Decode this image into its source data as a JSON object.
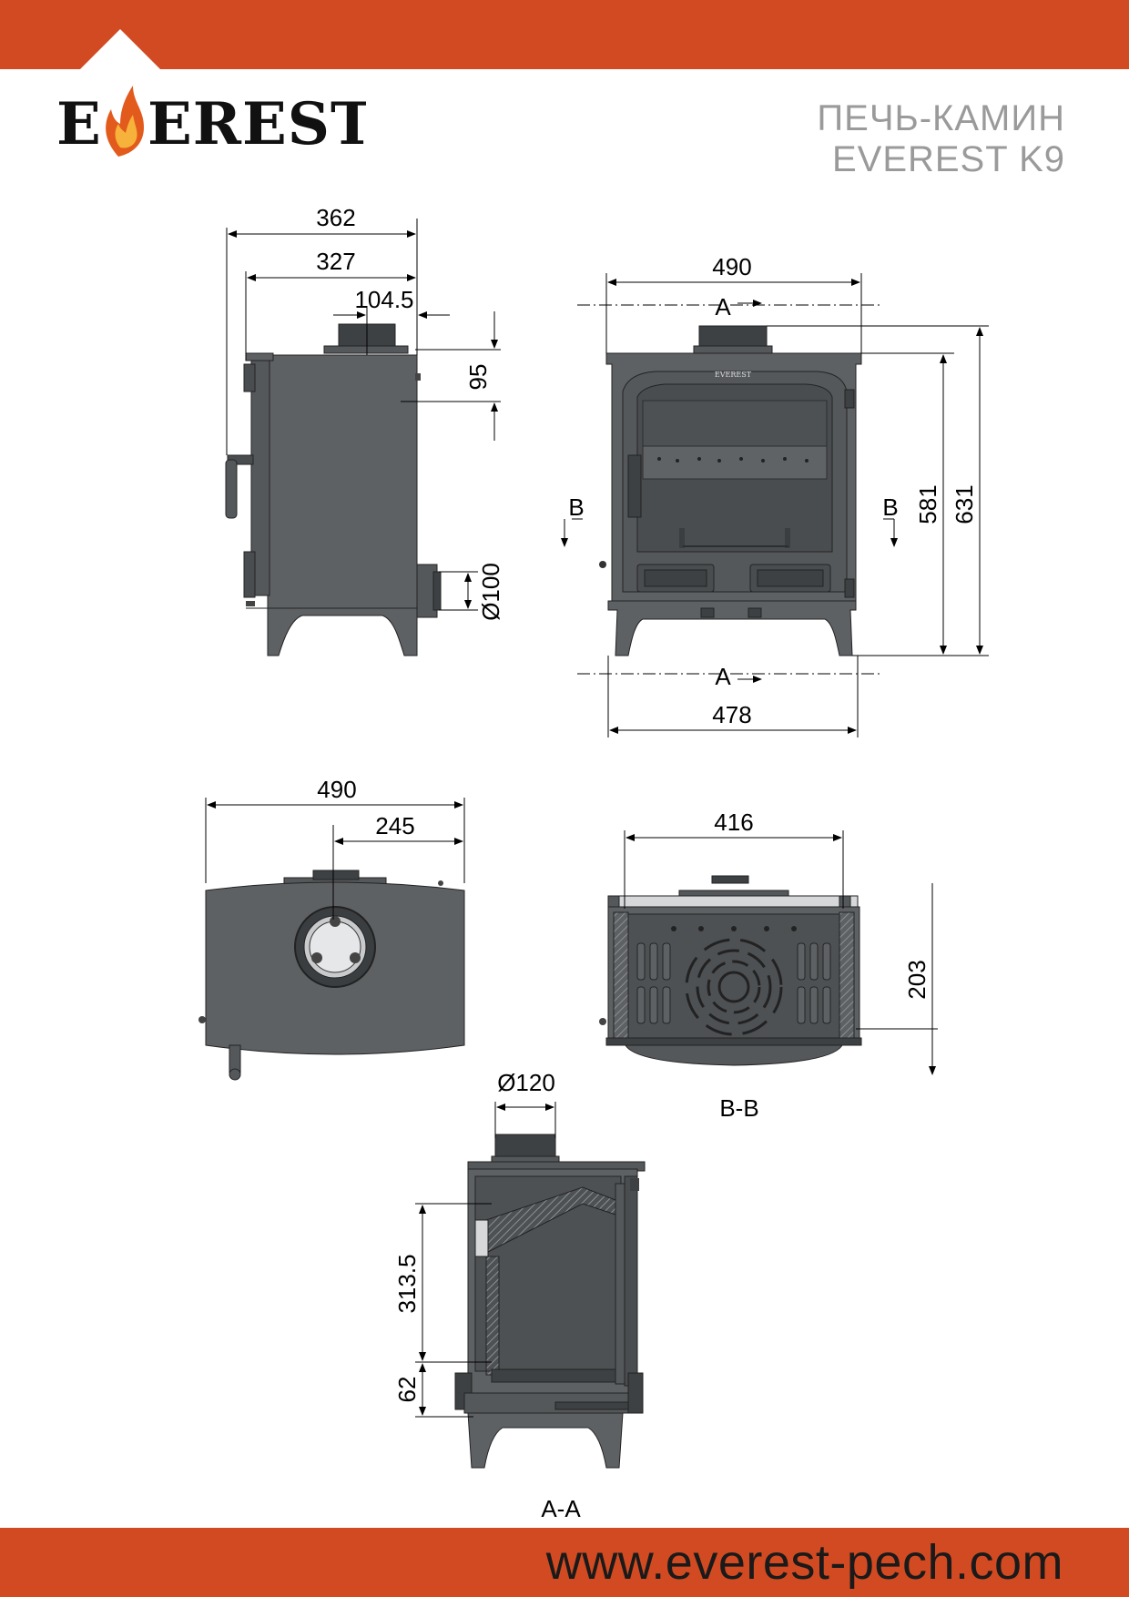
{
  "header": {
    "brand": "EVEREST",
    "title_line1": "ПЕЧЬ-КАМИН",
    "title_line2": "EVEREST K9"
  },
  "colors": {
    "accent": "#d24a21",
    "stove_fill": "#5e6164",
    "stove_dark": "#3b3e40",
    "title_gray": "#9a9a9a"
  },
  "side_view": {
    "dim_depth_total": "362",
    "dim_depth_body": "327",
    "dim_flue_offset": "104.5",
    "dim_flue_height": "95",
    "dim_rear_outlet": "Ø100"
  },
  "front_view": {
    "dim_top_width": "490",
    "dim_bottom_width": "478",
    "dim_body_height": "581",
    "dim_total_height": "631",
    "section_a": "A",
    "section_b": "B",
    "door_badge": "EVEREST"
  },
  "top_view": {
    "dim_width": "490",
    "dim_half_width": "245"
  },
  "section_bb": {
    "dim_width": "416",
    "dim_height": "203",
    "label": "B-B"
  },
  "section_aa": {
    "dim_flue_diameter": "Ø120",
    "dim_upper": "313.5",
    "dim_lower": "62",
    "label": "A-A"
  },
  "footer": {
    "url": "www.everest-pech.com"
  }
}
